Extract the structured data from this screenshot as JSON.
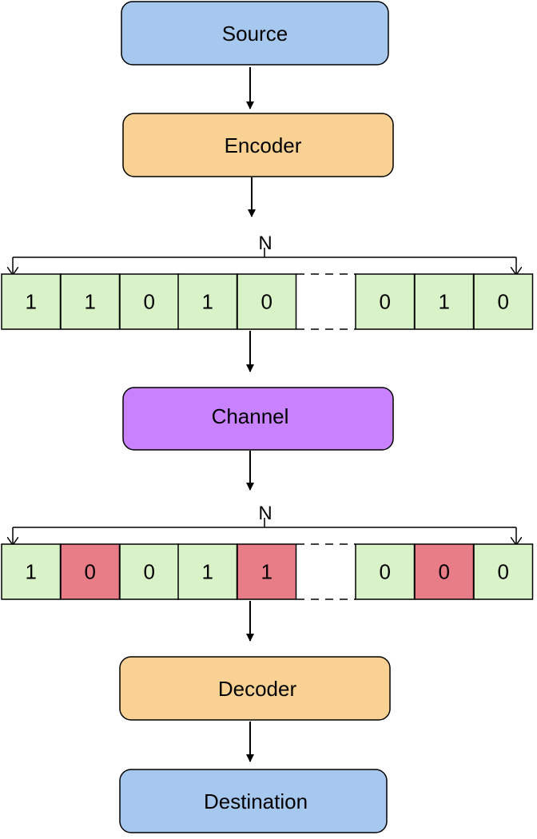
{
  "colors": {
    "source": "#a6c8ef",
    "encoder": "#f9d193",
    "channel": "#c882fd",
    "decoder": "#f9d193",
    "destination": "#a6c8ef",
    "bit_ok": "#d9f2c8",
    "bit_error": "#e87c87",
    "stroke": "#000000"
  },
  "blocks": {
    "source": "Source",
    "encoder": "Encoder",
    "channel": "Channel",
    "decoder": "Decoder",
    "destination": "Destination"
  },
  "codewords": [
    {
      "length_label": "N",
      "bits": [
        {
          "value": "1",
          "error": false
        },
        {
          "value": "1",
          "error": false
        },
        {
          "value": "0",
          "error": false
        },
        {
          "value": "1",
          "error": false
        },
        {
          "value": "0",
          "error": false
        },
        {
          "value": "0",
          "error": false
        },
        {
          "value": "1",
          "error": false
        },
        {
          "value": "0",
          "error": false
        }
      ]
    },
    {
      "length_label": "N",
      "bits": [
        {
          "value": "1",
          "error": false
        },
        {
          "value": "0",
          "error": true
        },
        {
          "value": "0",
          "error": false
        },
        {
          "value": "1",
          "error": false
        },
        {
          "value": "1",
          "error": true
        },
        {
          "value": "0",
          "error": false
        },
        {
          "value": "0",
          "error": true
        },
        {
          "value": "0",
          "error": false
        }
      ]
    }
  ]
}
